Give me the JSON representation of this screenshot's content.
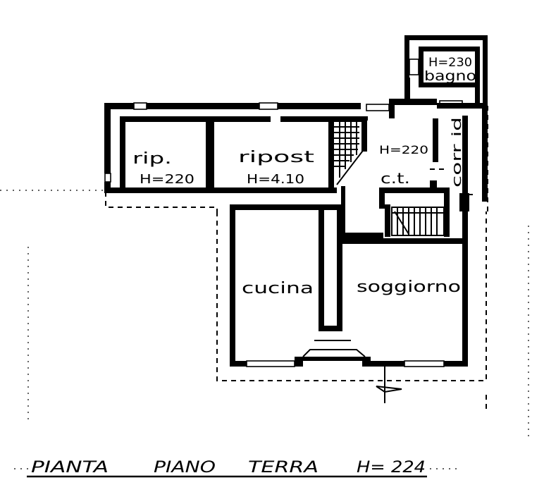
{
  "rooms": {
    "bagno_height": "H=230",
    "bagno": "bagno",
    "rip": "rip.",
    "rip_height": "H=220",
    "ripost": "ripost",
    "ripost_height": "H=4.10",
    "hall_height": "H=220",
    "ct": "c.t.",
    "corr": "corr id",
    "cucina": "cucina",
    "soggiorno": "soggiorno"
  },
  "caption": {
    "word1": "PIANTA",
    "word2": "PIANO",
    "word3": "TERRA",
    "height": "H= 224"
  }
}
